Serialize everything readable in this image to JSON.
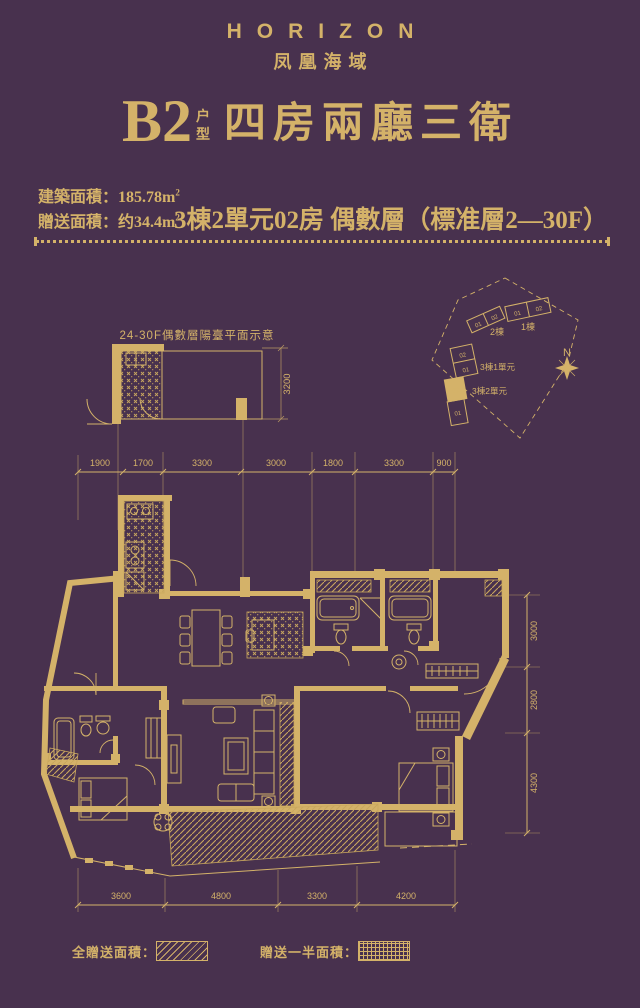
{
  "header": {
    "logo": "HORIZON",
    "brand_cn": "凤凰海域"
  },
  "title": {
    "code": "B2",
    "suffix_top": "户",
    "suffix_bottom": "型",
    "rooms": "四房兩廳三衛"
  },
  "info": {
    "built_area_label": "建築面積：",
    "built_area_value": "185.78m",
    "built_area_sup": "2",
    "gift_area_label": "贈送面積：",
    "gift_area_value": "约34.4m",
    "gift_area_sup": "2",
    "unit_desc": "3棟2單元02房  偶數層（標准層2—30F）"
  },
  "inset": {
    "title": "24-30F偶數層陽臺平面示意",
    "dim": "3200"
  },
  "siteplan": {
    "north": "N",
    "buildings": [
      {
        "label": "1棟"
      },
      {
        "label": "2棟"
      },
      {
        "label": "3棟1單元"
      },
      {
        "label": "3棟2單元"
      }
    ],
    "units": {
      "u01": "01",
      "u02": "02"
    }
  },
  "dimensions": {
    "top": [
      "1900",
      "1700",
      "3300",
      "3000",
      "1800",
      "3300",
      "900"
    ],
    "bottom": [
      "3600",
      "4800",
      "3300",
      "4200"
    ],
    "right": [
      "3000",
      "2800",
      "4300"
    ]
  },
  "legend": {
    "full_label": "全贈送面積：",
    "half_label": "贈送一半面積："
  },
  "colors": {
    "background": "#48314e",
    "gold": "#d4b269"
  }
}
